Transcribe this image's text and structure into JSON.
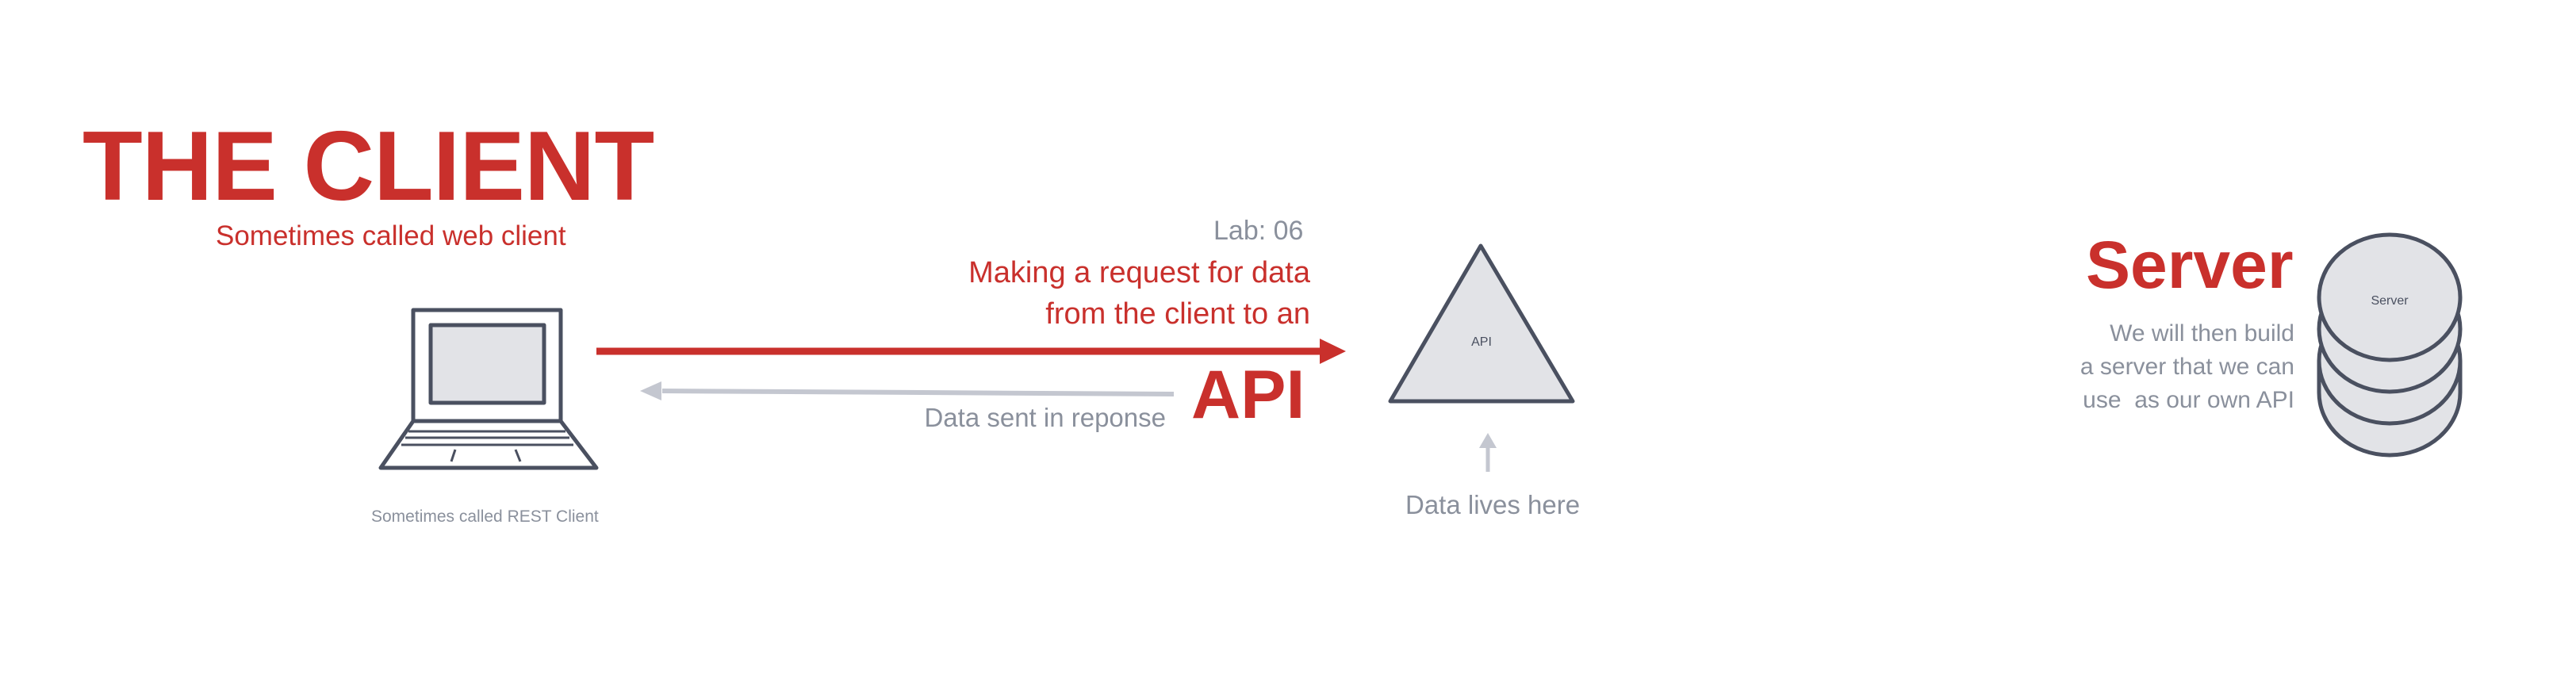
{
  "client": {
    "title": "THE CLIENT",
    "subtitle": "Sometimes called web client",
    "caption": "Sometimes called REST Client"
  },
  "request": {
    "lab": "Lab: 06",
    "line1": "Making a request for data",
    "line2": "from the client to an",
    "api": "API"
  },
  "response": {
    "label": "Data sent in reponse"
  },
  "api_node": {
    "label": "API",
    "caption": "Data lives here"
  },
  "server": {
    "title": "Server",
    "cylinder_label": "Server",
    "desc_line1": "We will then build",
    "desc_line2": "a server that we can",
    "desc_line3": "use  as our own API"
  },
  "colors": {
    "accent_red": "#c9302c",
    "muted_gray": "#8a909c",
    "outline": "#4a5060",
    "fill_light": "#e2e3e7",
    "arrow_gray": "#c4c7d0"
  }
}
